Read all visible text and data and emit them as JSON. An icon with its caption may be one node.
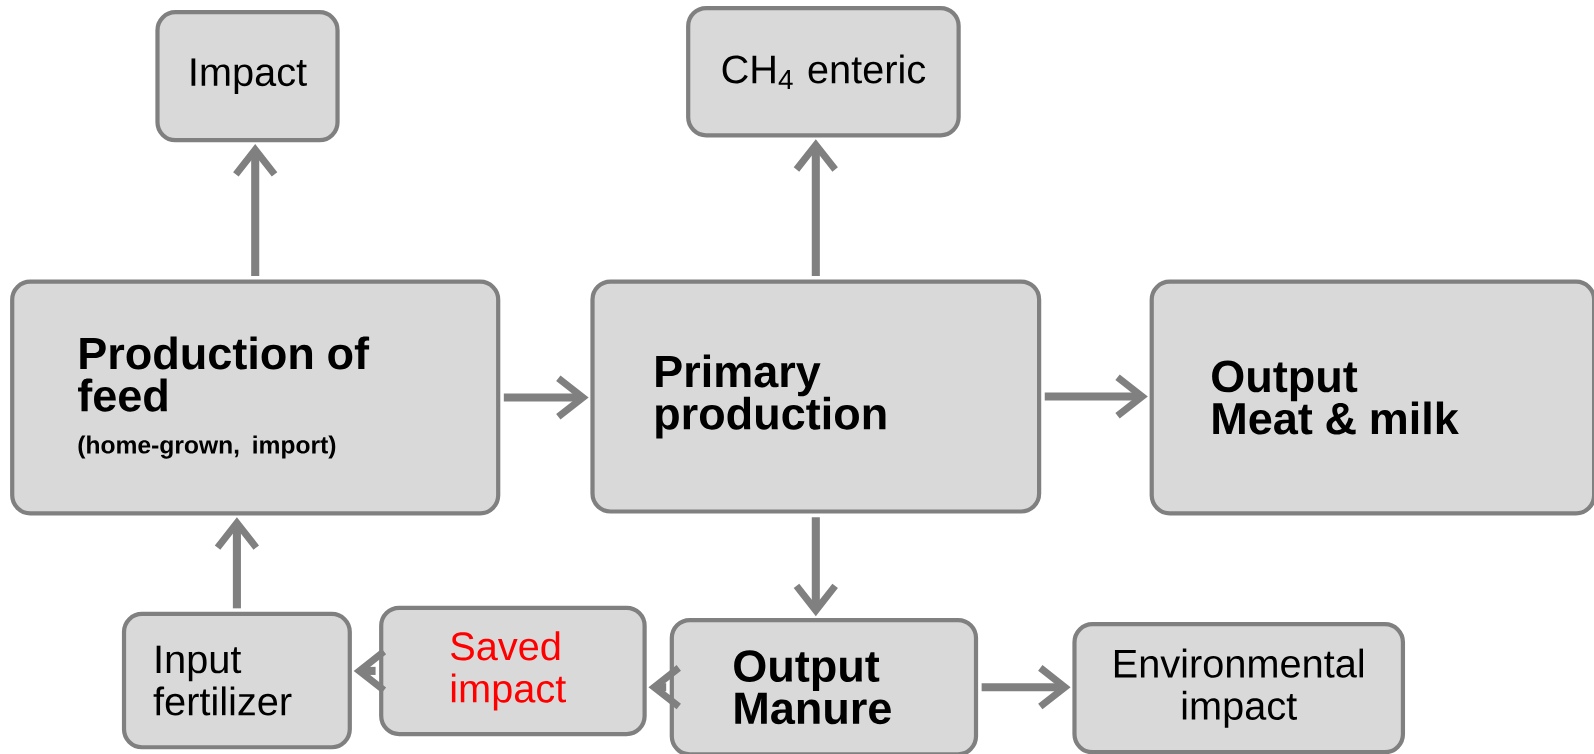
{
  "diagram": {
    "nodes": [
      {
        "text": [
          "Impact"
        ]
      },
      {
        "text": [
          "CH$_{4}$ enteric"
        ]
      },
      {
        "text": [
          "Production of feed",
          "(home-grown, import)"
        ]
      },
      {
        "text": [
          "Primary production"
        ]
      },
      {
        "text": [
          "Output",
          "Meat & milk"
        ]
      },
      {
        "text": [
          "Input fertilizer"
        ]
      },
      {
        "text": [
          "Saved impact"
        ]
      },
      {
        "text": [
          "Output",
          "Manure"
        ]
      },
      {
        "text": [
          "Environmental impact"
        ]
      }
    ],
    "edges": [
      {
        "from": 2,
        "to": 0,
        "arrow": "to"
      },
      {
        "from": 3,
        "to": 1,
        "arrow": "to"
      },
      {
        "from": 2,
        "to": 3,
        "arrow": "to"
      },
      {
        "from": 3,
        "to": 4,
        "arrow": "to"
      },
      {
        "from": 3,
        "to": 7,
        "arrow": "to"
      },
      {
        "from": 7,
        "to": 6,
        "arrow": "to"
      },
      {
        "from": 6,
        "to": 5,
        "arrow": "to"
      },
      {
        "from": 5,
        "to": 2,
        "arrow": "to"
      },
      {
        "from": 7,
        "to": 8,
        "arrow": "to"
      }
    ]
  }
}
